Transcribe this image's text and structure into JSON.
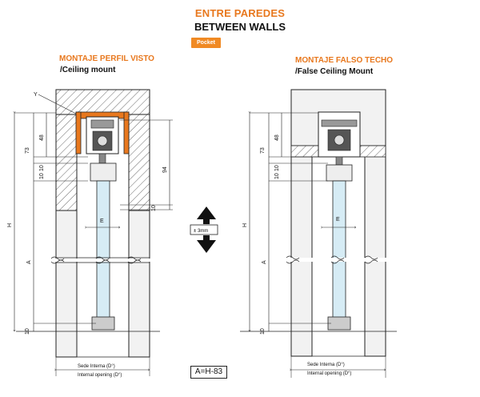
{
  "header": {
    "title_es": "ENTRE PAREDES",
    "title_en": "BETWEEN WALLS",
    "badge": "Pocket"
  },
  "left_panel": {
    "title_es": "MONTAJE PERFIL VISTO",
    "title_en": "/Ceiling mount",
    "label_y": "Y",
    "dims": {
      "d73": "73",
      "d48": "48",
      "d10a": "10",
      "d10b": "10",
      "d94": "94",
      "d10c": "10",
      "dH": "H",
      "dA": "A",
      "dE": "E",
      "d10d": "10"
    },
    "bottom_label_1": "Sede Interna (D°)",
    "bottom_label_2": "Internal opening (D°)"
  },
  "right_panel": {
    "title_es": "MONTAJE FALSO TECHO",
    "title_en": "/False Ceiling Mount",
    "dims": {
      "d73": "73",
      "d48": "48",
      "d10a": "10",
      "d10b": "10",
      "dH": "H",
      "dA": "A",
      "dE": "E",
      "d10d": "10"
    },
    "bottom_label_1": "Sede Interna (D°)",
    "bottom_label_2": "Internal opening (D°)"
  },
  "center": {
    "arrow_label": "± 3mm",
    "formula": "A=H-83"
  },
  "colors": {
    "accent": "#e8781e",
    "badge": "#f08a24",
    "glass": "#d6ecf5",
    "wall": "#f2f2f2"
  }
}
